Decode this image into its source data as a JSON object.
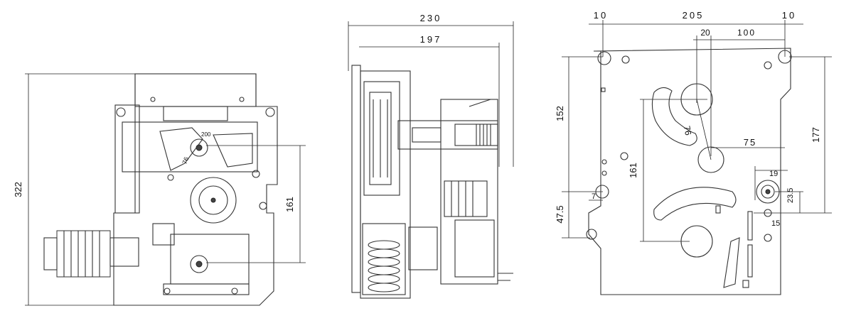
{
  "drawing": {
    "views": [
      {
        "id": "front",
        "dimensions": {
          "height_total": "322",
          "height_center": "161",
          "angle_label": "76",
          "dim_label": "200"
        }
      },
      {
        "id": "side",
        "dimensions": {
          "width_total": "230",
          "width_inner": "197"
        }
      },
      {
        "id": "back",
        "dimensions": {
          "left_margin": "10",
          "width": "205",
          "right_margin": "10",
          "offset_20": "20",
          "offset_100": "100",
          "height_152": "152",
          "height_177": "177",
          "height_161": "161",
          "angle_76": "76",
          "dim_75": "75",
          "dim_19": "19",
          "dim_23_5": "23.5",
          "dim_15": "15",
          "dim_7": "7",
          "dim_47_5": "47.5"
        }
      }
    ]
  }
}
